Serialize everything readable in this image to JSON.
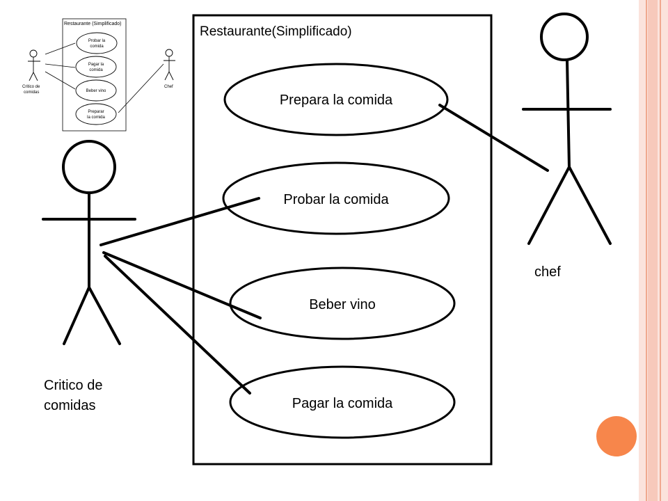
{
  "colors": {
    "stripe_light": "#fbe3dc",
    "stripe_mid": "#f7c9bb",
    "stripe_line": "#f0a98f",
    "accent_circle": "#f7864b",
    "ink": "#000000"
  },
  "main_diagram": {
    "system_title": "Restaurante(Simplificado)",
    "use_cases": {
      "prepare": "Prepara la comida",
      "taste": "Probar la comida",
      "wine": "Beber vino",
      "pay": "Pagar la comida"
    },
    "actors": {
      "critic_line1": "Critico de",
      "critic_line2": "comidas",
      "chef": "chef"
    }
  },
  "thumbnail": {
    "system_title": "Restaurante (Simplificado)",
    "use_cases": {
      "taste_l1": "Probar la",
      "taste_l2": "comida",
      "pay_l1": "Pagar la",
      "pay_l2": "comida",
      "wine": "Beber vino",
      "prepare_l1": "Preparar",
      "prepare_l2": "la comida"
    },
    "actors": {
      "critic_l1": "Critico de",
      "critic_l2": "comidas",
      "chef": "Chef"
    }
  }
}
